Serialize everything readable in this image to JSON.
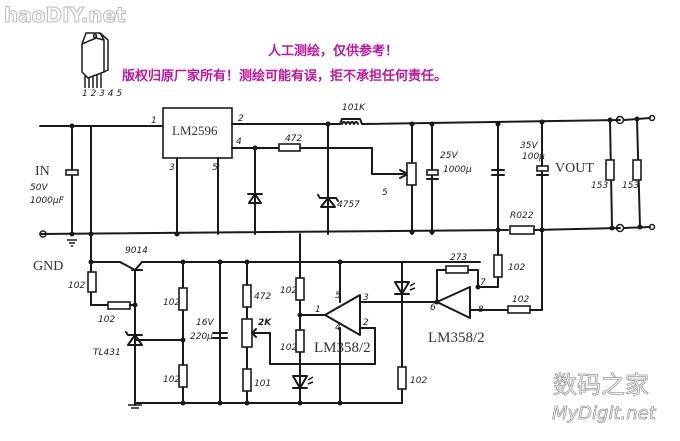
{
  "watermark_top": "haoDIY.net",
  "watermark_bottom": {
    "cn": "数码之家",
    "en": "MyDigit.net"
  },
  "notice": {
    "line1": "人工测绘，仅供参考！",
    "line2": "版权归原厂家所有！测绘可能有误，拒不承担任何责任。"
  },
  "package_pins": "1 2 3 4 5",
  "labels": {
    "ic_main": "LM2596",
    "pin1": "1",
    "pin2": "2",
    "pin3": "3",
    "pin4": "4",
    "pin5": "5",
    "inductor": "101K",
    "trimpot_fb": "472",
    "zener": "4757",
    "in_label": "IN",
    "in_cap_v": "50V",
    "in_cap_c": "1000μF",
    "gnd_label": "GND",
    "out_cap1_v": "25V",
    "out_cap1_c": "1000μ",
    "out_cap2_v": "35V",
    "out_cap2_c": "100μ",
    "vout_label": "VOUT",
    "r_load1": "153",
    "r_load2": "153",
    "r_sense": "R022",
    "transistor": "9014",
    "r_base1": "102",
    "r_base2": "102",
    "shunt": "TL431",
    "r_div_top": "102",
    "r_div_bot": "102",
    "cap_ref_v": "16V",
    "cap_ref_c": "220μ",
    "r_pot_top": "472",
    "pot_ref": "2K",
    "r_pot_bot": "101",
    "r_op1_top": "102",
    "r_op1_bot": "102",
    "opamp1": "LM358/2",
    "op1_pin1": "1",
    "op1_pin2": "2",
    "op1_pin3": "3",
    "op1_pin4": "4",
    "op1_pin5": "5",
    "r_led": "102",
    "opamp2": "LM358/2",
    "r_feedback": "273",
    "r_op2_a": "102",
    "r_op2_b": "102",
    "op2_pin6": "6",
    "op2_pin7": "7",
    "op2_pin8": "8",
    "pot_cc": "5"
  }
}
